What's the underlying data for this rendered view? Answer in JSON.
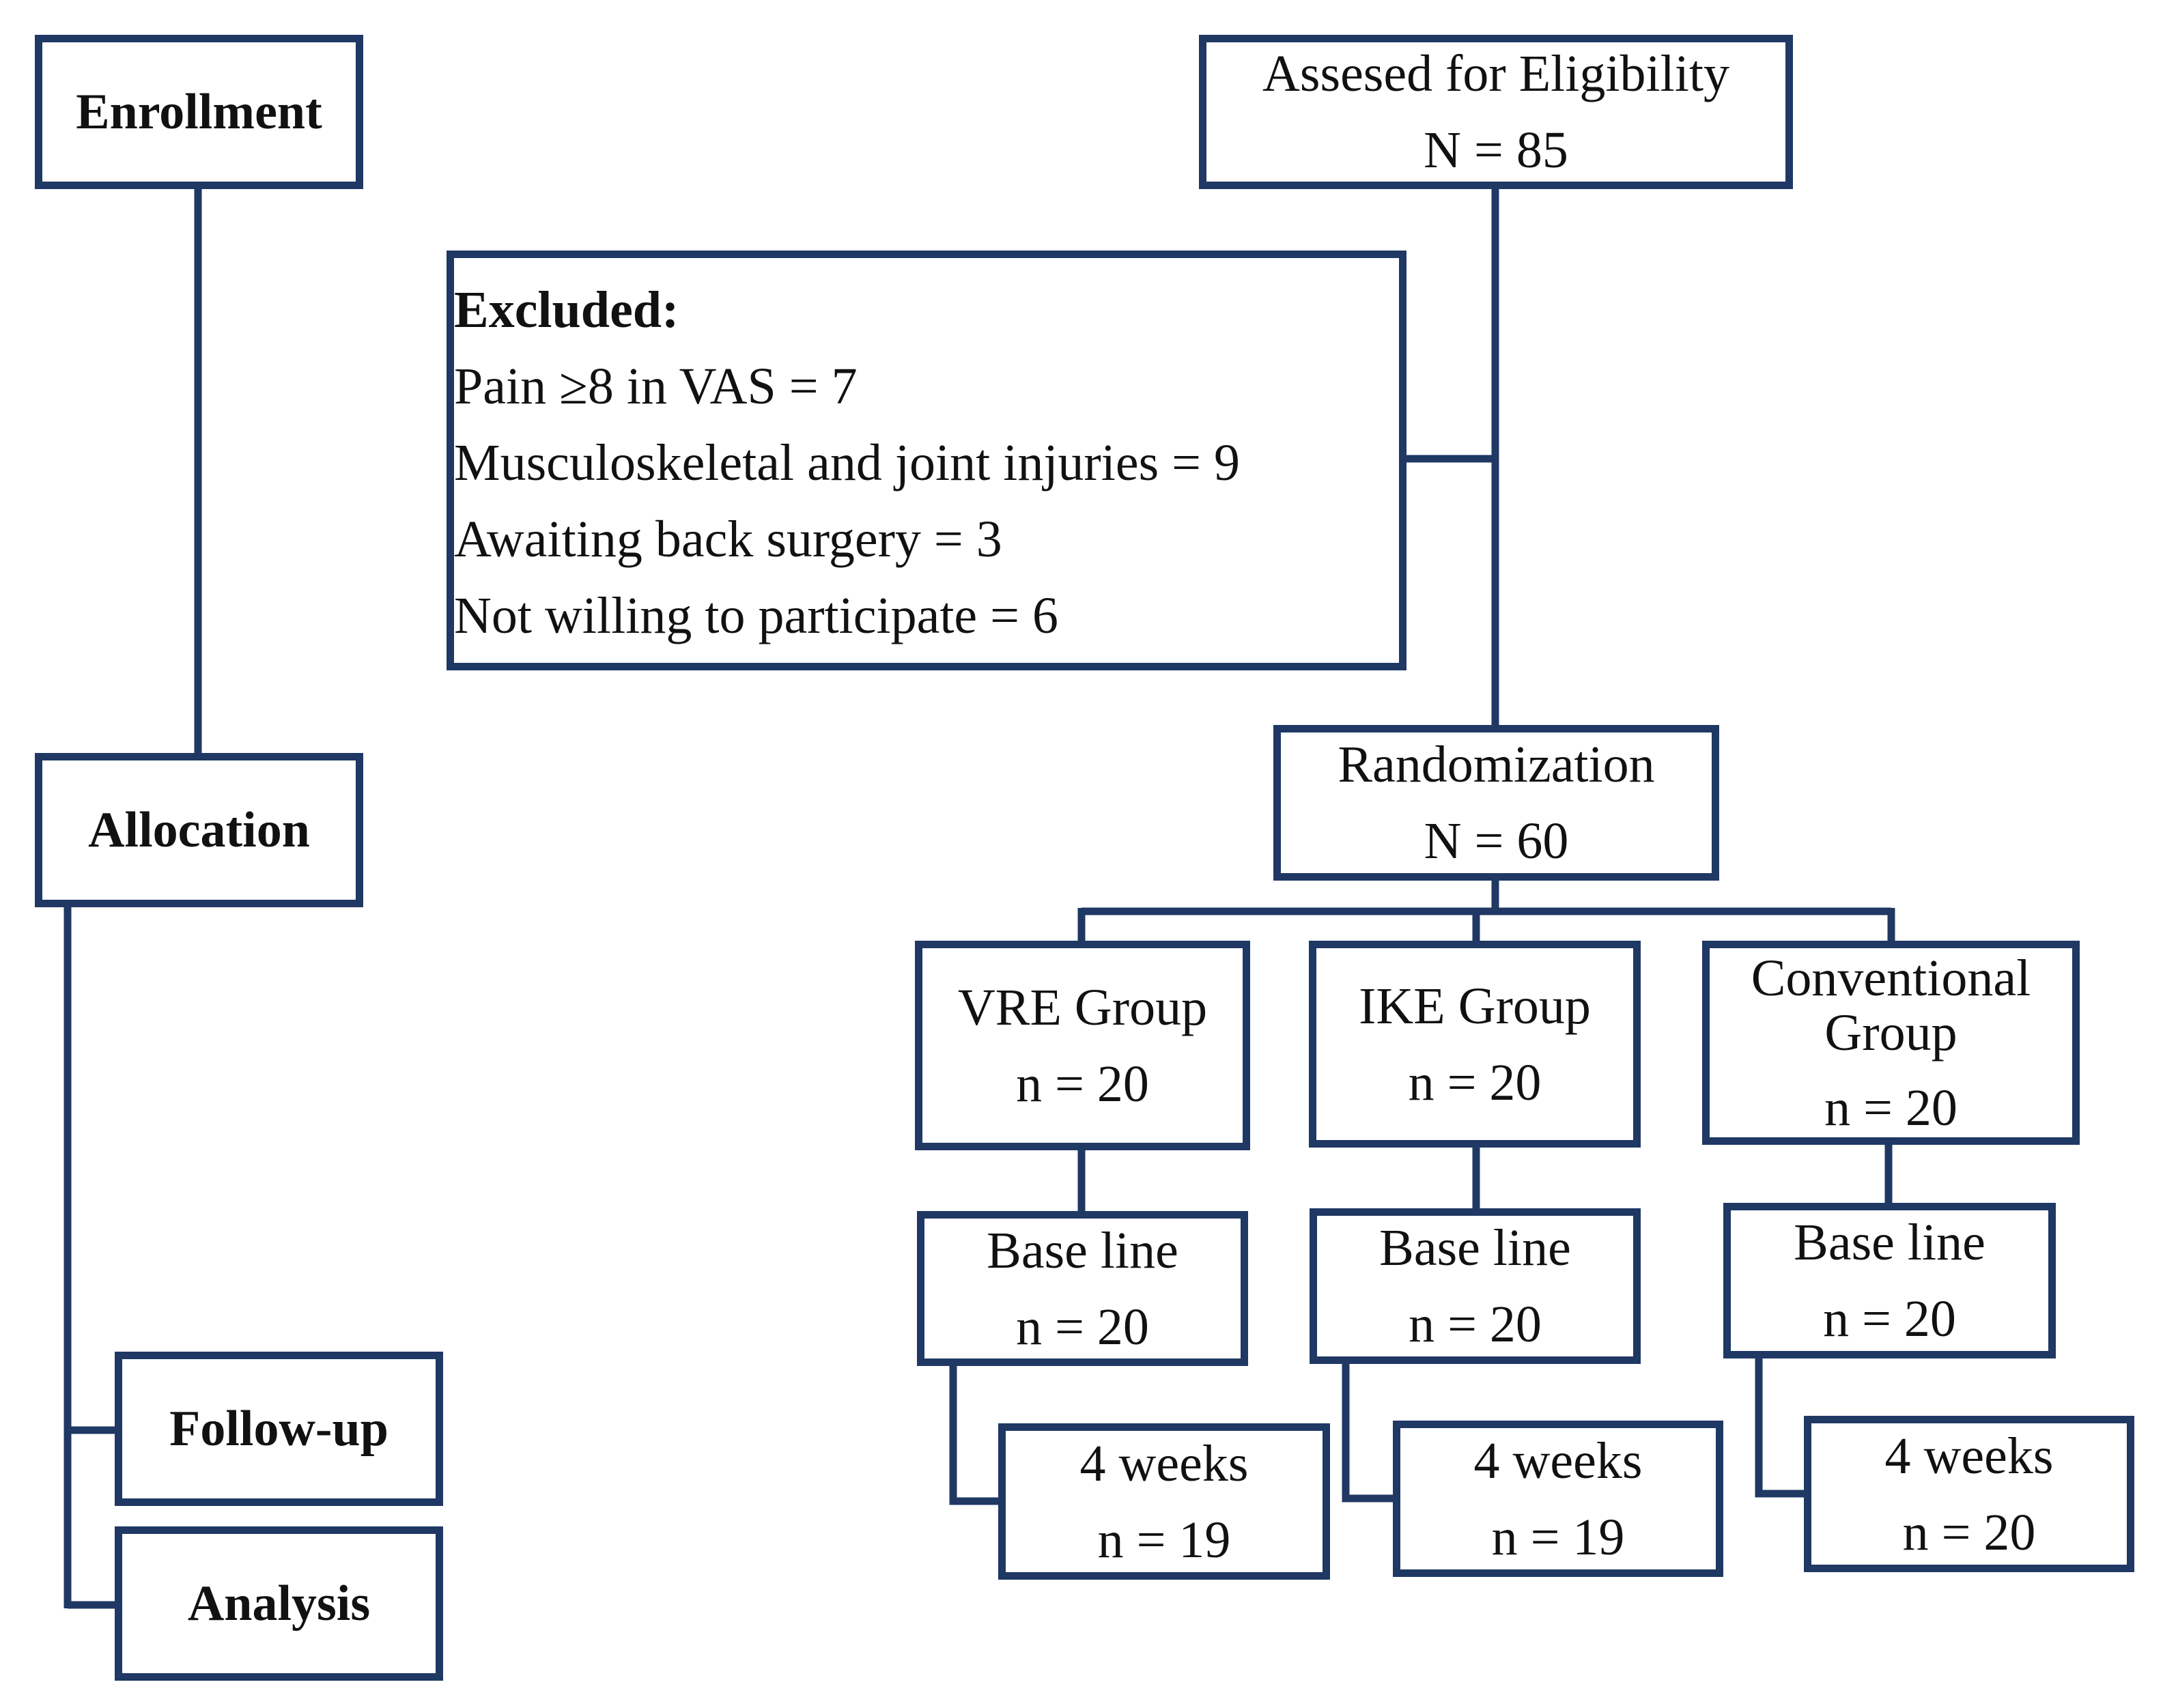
{
  "stages": {
    "enrollment": "Enrollment",
    "allocation": "Allocation",
    "followup": "Follow-up",
    "analysis": "Analysis"
  },
  "eligibility": {
    "title": "Assesed for Eligibility",
    "count": "N = 85"
  },
  "excluded": {
    "heading": "Excluded:",
    "items": [
      "Pain ≥8 in VAS = 7",
      "Musculoskeletal and joint injuries = 9",
      "Awaiting back surgery = 3",
      "Not willing to participate = 6"
    ]
  },
  "randomization": {
    "title": "Randomization",
    "count": "N = 60"
  },
  "groups": [
    {
      "name": "VRE Group",
      "count": "n = 20",
      "baseline_label": "Base line",
      "baseline_count": "n = 20",
      "followup_label": "4 weeks",
      "followup_count": "n = 19"
    },
    {
      "name": "IKE Group",
      "count": "n = 20",
      "baseline_label": "Base line",
      "baseline_count": "n = 20",
      "followup_label": "4 weeks",
      "followup_count": "n = 19"
    },
    {
      "name_line1": "Conventional",
      "name_line2": "Group",
      "count": "n = 20",
      "baseline_label": "Base line",
      "baseline_count": "n = 20",
      "followup_label": "4 weeks",
      "followup_count": "n = 20"
    }
  ],
  "colors": {
    "border": "#1f3864",
    "text": "#111111"
  }
}
